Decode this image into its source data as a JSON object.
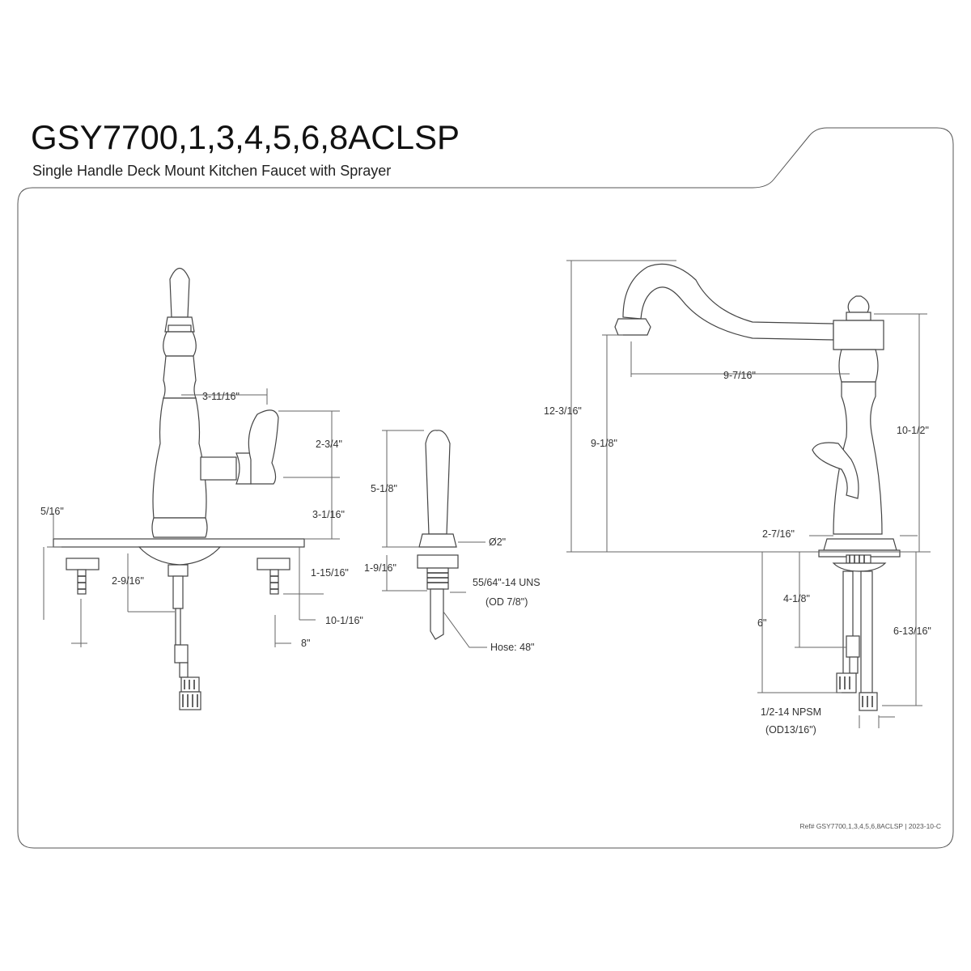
{
  "header": {
    "title": "GSY7700,1,3,4,5,6,8ACLSP",
    "subtitle": "Single Handle Deck Mount Kitchen Faucet with Sprayer"
  },
  "footer": {
    "reference": "Ref# GSY7700,1,3,4,5,6,8ACLSP | 2023-10-C"
  },
  "front_view": {
    "handle_reach": "3-11/16\"",
    "handle_height": "2-3/4\"",
    "handle_to_deck": "3-1/16\"",
    "plate_thickness": "5/16\"",
    "shank_offset": "2-9/16\"",
    "plate_to_mount": "1-15/16\"",
    "plate_width": "10-1/16\"",
    "hole_spread": "8\""
  },
  "sprayer_view": {
    "sprayer_height": "5-1/8\"",
    "base_diameter": "Ø2\"",
    "shank_length": "1-9/16\"",
    "thread_spec": "55/64\"-14 UNS",
    "thread_od": "(OD 7/8\")",
    "hose_length": "Hose: 48\""
  },
  "side_view": {
    "spout_reach": "9-7/16\"",
    "overall_height": "12-3/16\"",
    "spout_clearance": "9-1/8\"",
    "handle_height": "10-1/2\"",
    "base_depth": "2-7/16\"",
    "shank_length": "6\"",
    "supply_offset": "4-1/8\"",
    "supply_length": "6-13/16\"",
    "thread_spec": "1/2-14 NPSM",
    "thread_od": "(OD13/16\")"
  }
}
